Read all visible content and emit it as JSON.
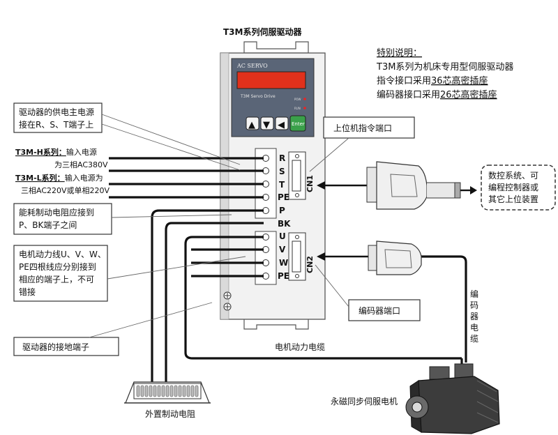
{
  "title": "T3M系列伺服驱动器",
  "special_note": {
    "heading": "特别说明：",
    "line1": "T3M系列为机床专用型伺服驱动器",
    "line2_prefix": "指令接口采用",
    "line2_link": "36芯高密插座",
    "line3_prefix": "编码器接口采用",
    "line3_link": "26芯高密插座"
  },
  "drive": {
    "brand": "AC SERVO",
    "model": "T3M Servo Drive",
    "led_pow": "POW",
    "led_run": "RUN",
    "btn_up": "▲",
    "btn_down": "▼",
    "btn_left": "◀",
    "btn_enter": "Enter"
  },
  "terminals": [
    "R",
    "S",
    "T",
    "PE",
    "P",
    "BK",
    "U",
    "V",
    "W",
    "PE"
  ],
  "connectors": {
    "cn1": "CN1",
    "cn2": "CN2"
  },
  "callouts": {
    "power_supply": [
      "驱动器的供电主电源",
      "接在R、S、T端子上"
    ],
    "t3m_h_label": "T3M-H系列：",
    "t3m_h_text": "输入电源",
    "t3m_h_line2": "为三相AC380V",
    "t3m_l_label": "T3M-L系列：",
    "t3m_l_text": "输入电源为",
    "t3m_l_line2": "三相AC220V或单相220V",
    "brake_resistor": [
      "能耗制动电阻应接到",
      "P、BK端子之间"
    ],
    "motor_lines": [
      "电机动力线U、V、W、",
      "PE四根线应分别接到",
      "相应的端子上，不可",
      "错接"
    ],
    "ground": "驱动器的接地端子",
    "host_port": "上位机指令端口",
    "encoder_port": "编码器端口",
    "host_devices": [
      "数控系统、可",
      "编程控制器或",
      "其它上位装置"
    ],
    "encoder_cable": [
      "编",
      "码",
      "器",
      "电",
      "缆"
    ],
    "motor_cable": "电机动力电缆",
    "motor": "永磁同步伺服电机",
    "ext_resistor": "外置制动电阻"
  }
}
